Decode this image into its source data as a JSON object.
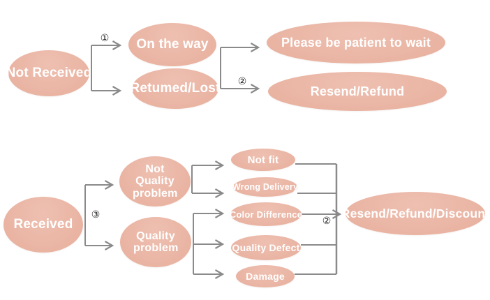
{
  "colors": {
    "node_fill": "#e9b2a1",
    "node_fill_light": "#eec0b1",
    "node_text": "#ffffff",
    "connector": "#8a8a8a",
    "step_label": "#1a1a1a"
  },
  "flow_not_received": {
    "start": "Not Received",
    "step1": "①",
    "branches": [
      "On the way",
      "Retumed/Lost"
    ],
    "step2": "②",
    "outcomes": [
      "Please be patient to wait",
      "Resend/Refund"
    ]
  },
  "flow_received": {
    "start": "Received",
    "step3": "③",
    "categories": [
      "Not Quality problem",
      "Quality problem"
    ],
    "reasons": [
      "Not fit",
      "Wrong Delivery",
      "Color Difference",
      "Quality Defect",
      "Damage"
    ],
    "step2": "②",
    "outcome": "Resend/Refund/Discount"
  }
}
